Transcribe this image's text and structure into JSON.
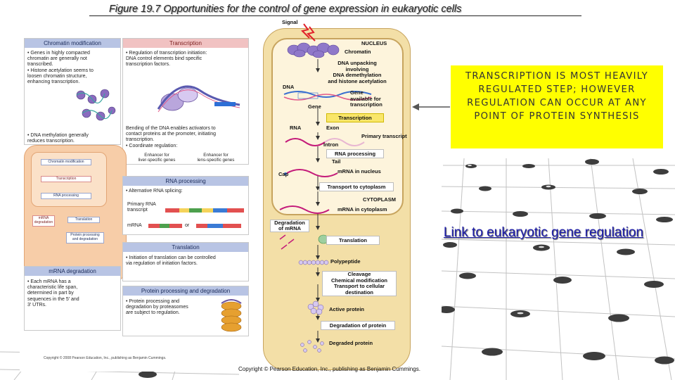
{
  "slide_title": "Figure 19.7  Opportunities for the control of gene expression in eukaryotic cells",
  "callout": {
    "text": "TRANSCRIPTION IS MOST HEAVILY REGULATED STEP; HOWEVER REGULATION CAN OCCUR AT ANY POINT OF PROTEIN SYNTHESIS",
    "color": "#ffff00"
  },
  "link": {
    "text": "Link to eukaryotic gene regulation"
  },
  "copyright_bottom": "Copyright © Pearson Education, Inc., publishing as Benjamin Cummings.",
  "copyright_left": "Copyright © 2008 Pearson Education, Inc., publishing as Benjamin Cummings.",
  "panels": {
    "chromatin": {
      "title": "Chromatin modification",
      "text1": "• Genes in highly compacted\nchromatin are generally not\ntranscribed.\n• Histone acetylation seems to\nloosen chromatin structure,\nenhancing transcription.",
      "text2": "• DNA methylation generally\nreduces transcription."
    },
    "transcription": {
      "title": "Transcription",
      "text1": "• Regulation of transcription initiation:\nDNA control elements bind specific\ntranscription factors.",
      "text2": "Bending of the DNA enables activators to\ncontact proteins at the promoter, initiating\ntranscription.\n• Coordinate regulation:",
      "enh1": "Enhancer for\nliver-specific genes",
      "enh2": "Enhancer for\nlens-specific genes"
    },
    "rna_processing": {
      "title": "RNA processing",
      "text1": "• Alternative RNA splicing:",
      "primary": "Primary RNA\ntranscript",
      "mrna": "mRNA",
      "or": "or"
    },
    "translation": {
      "title": "Translation",
      "text1": "• Initiation of translation can be controlled\nvia regulation of initiation factors."
    },
    "mrna_degradation": {
      "title": "mRNA degradation",
      "text1": "• Each mRNA has a\ncharacteristic life span,\ndetermined in part by\nsequences in the 5′ and\n3′ UTRs."
    },
    "protein_processing": {
      "title": "Protein processing and degradation",
      "text1": "• Protein processing and\ndegradation by proteasomes\nare subject to regulation."
    }
  },
  "mini_diagram": {
    "chromatin": "Chromatin modification",
    "transcription": "Transcription",
    "rna_processing": "RNA processing",
    "mrna_degradation": "mRNA\ndegradation",
    "translation": "Translation",
    "protein_processing": "Protein processing\nand degradation"
  },
  "flow": {
    "signal": "Signal",
    "nucleus": "NUCLEUS",
    "chromatin": "Chromatin",
    "step1": "DNA unpacking\ninvolving\nDNA demethylation\nand histone acetylation",
    "dna": "DNA",
    "gene": "Gene",
    "gene_available": "Gene\navailable for\ntranscription",
    "transcription": "Transcription",
    "rna": "RNA",
    "exon": "Exon",
    "intron": "Intron",
    "primary_transcript": "Primary transcript",
    "rna_processing": "RNA processing",
    "tail": "Tail",
    "cap": "Cap",
    "mrna_nucleus": "mRNA in nucleus",
    "transport_cytoplasm": "Transport to cytoplasm",
    "cytoplasm": "CYTOPLASM",
    "mrna_cytoplasm": "mRNA in cytoplasm",
    "degradation_mrna": "Degradation\nof mRNA",
    "translation": "Translation",
    "polypeptide": "Polypeptide",
    "cleavage": "Cleavage\nChemical modification\nTransport to cellular\ndestination",
    "active_protein": "Active protein",
    "degradation_protein": "Degradation of protein",
    "degraded_protein": "Degraded protein"
  },
  "colors": {
    "panel_blue": "#b8c4e4",
    "panel_pink": "#f1c2c2",
    "cell": "#f3dfa7",
    "mini_cell": "#f7cda8",
    "transcription_highlight": "#f9e66a",
    "link": "#1a1aa8"
  }
}
